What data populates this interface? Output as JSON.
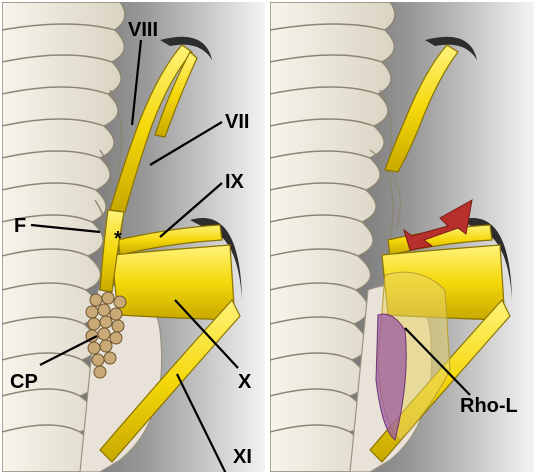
{
  "panels": [
    {
      "id": "left",
      "labels": {
        "viii": "VIII",
        "vii": "VII",
        "ix": "IX",
        "x": "X",
        "xi": "XI",
        "f": "F",
        "cp": "CP",
        "asterisk": "*"
      }
    },
    {
      "id": "right",
      "labels": {
        "rho_l": "Rho-L"
      }
    }
  ],
  "colors": {
    "nerve": "#f5d80a",
    "nerve_shadow": "#c7a800",
    "folia": "#ece7da",
    "folia_line": "#8c8572",
    "choroid_plexus": "#c9a977",
    "arrow": "#b8302b",
    "rhomboid_lip": "#9b5aa0",
    "background_dark": "#5f5f5f",
    "background_light": "#f3f3f3"
  }
}
